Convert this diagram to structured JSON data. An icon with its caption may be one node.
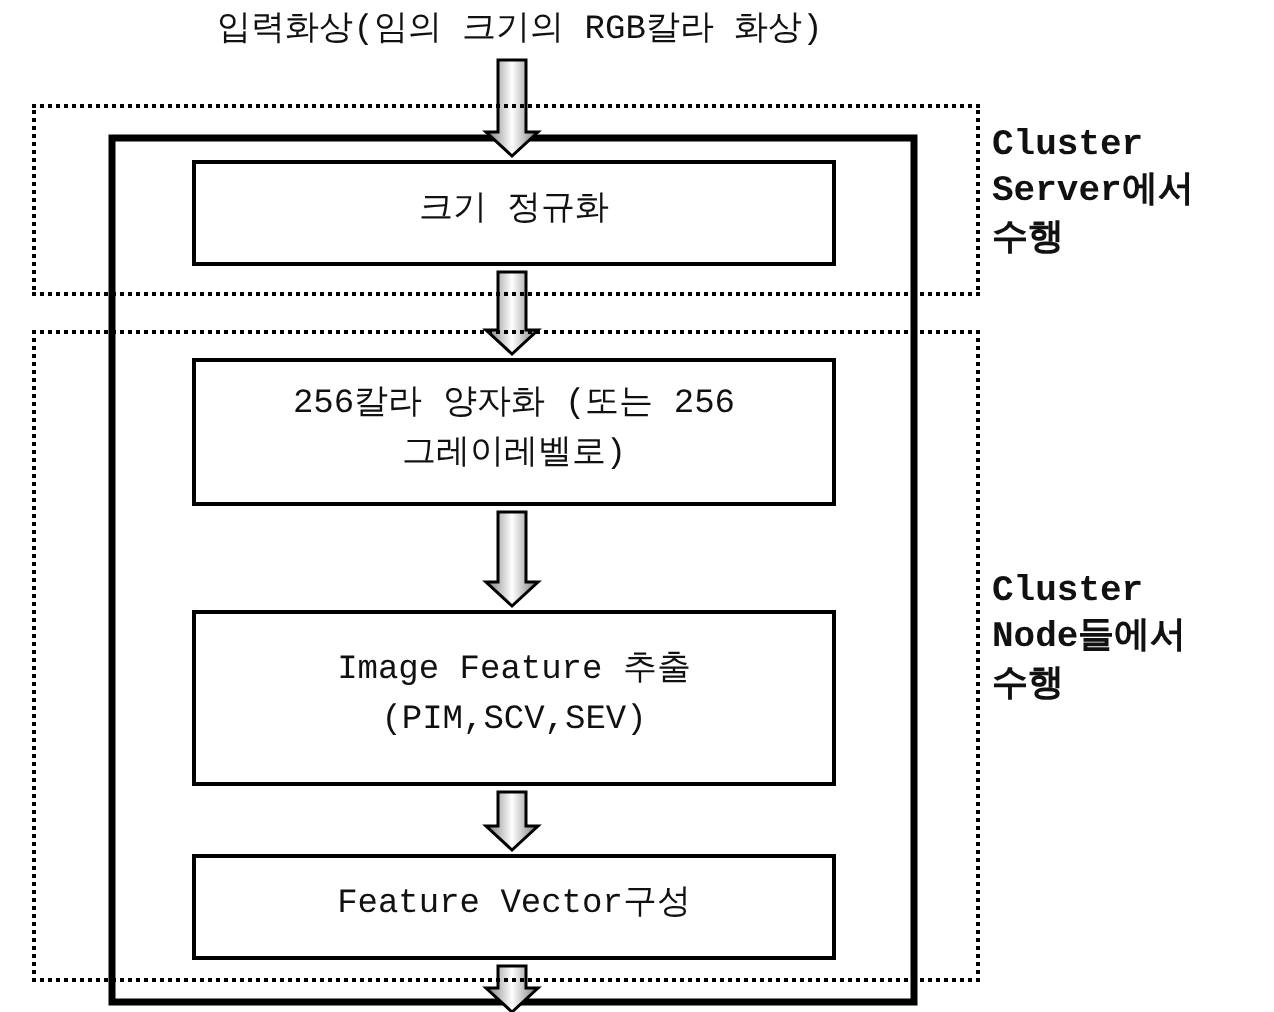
{
  "diagram": {
    "nodes": [
      {
        "text": [
          "입력화상(임의 크기의 RGB칼라 화상)"
        ]
      },
      {
        "text": [
          "Cluster Server에서 수행"
        ]
      },
      {
        "text": [
          "Cluster Node들에서 수행"
        ]
      },
      {
        "text": [
          "크기 정규화"
        ],
        "in": 1
      },
      {
        "text": [
          "256칼라 양자화 (또는 256그레이레벨로)"
        ],
        "in": 2
      },
      {
        "text": [
          "Image Feature 추출 (PIM,SCV,SEV)"
        ],
        "in": 2
      },
      {
        "text": [
          "Feature Vector구성"
        ],
        "in": 2
      }
    ],
    "edges": [
      {
        "from": 0,
        "to": 3,
        "arrow": "to"
      },
      {
        "from": 3,
        "to": 4,
        "arrow": "to"
      },
      {
        "from": 4,
        "to": 5,
        "arrow": "to"
      },
      {
        "from": 5,
        "to": 6,
        "arrow": "to"
      },
      {
        "from": 6,
        "to": null,
        "arrow": "to"
      }
    ]
  }
}
